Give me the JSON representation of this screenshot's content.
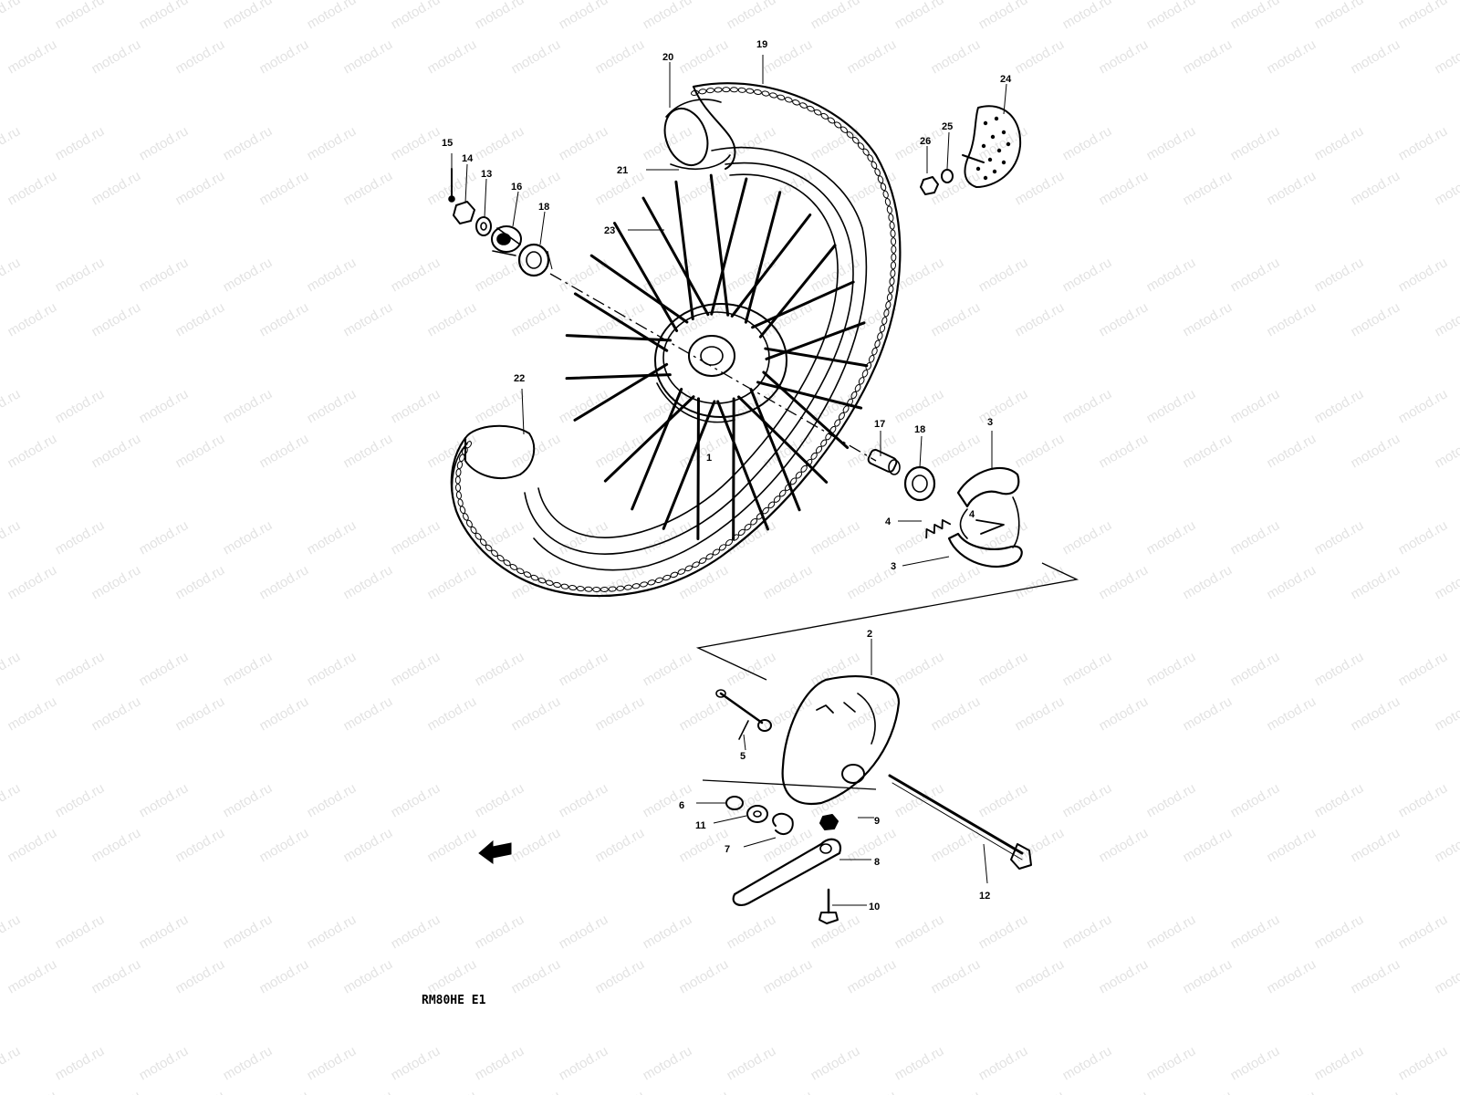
{
  "watermark": {
    "text": "motod.ru",
    "color": "#9a9a9a"
  },
  "callouts": {
    "c1": "1",
    "c2": "2",
    "c3a": "3",
    "c3b": "3",
    "c4a": "4",
    "c4b": "4",
    "c5": "5",
    "c6": "6",
    "c7": "7",
    "c8": "8",
    "c9": "9",
    "c10": "10",
    "c11": "11",
    "c12": "12",
    "c13": "13",
    "c14": "14",
    "c15": "15",
    "c16": "16",
    "c17": "17",
    "c18a": "18",
    "c18b": "18",
    "c19": "19",
    "c20": "20",
    "c21": "21",
    "c22": "22",
    "c23": "23",
    "c24": "24",
    "c25": "25",
    "c26": "26"
  },
  "diagram_code": "RM80HE E1",
  "direction_icon": "front-arrow-icon"
}
